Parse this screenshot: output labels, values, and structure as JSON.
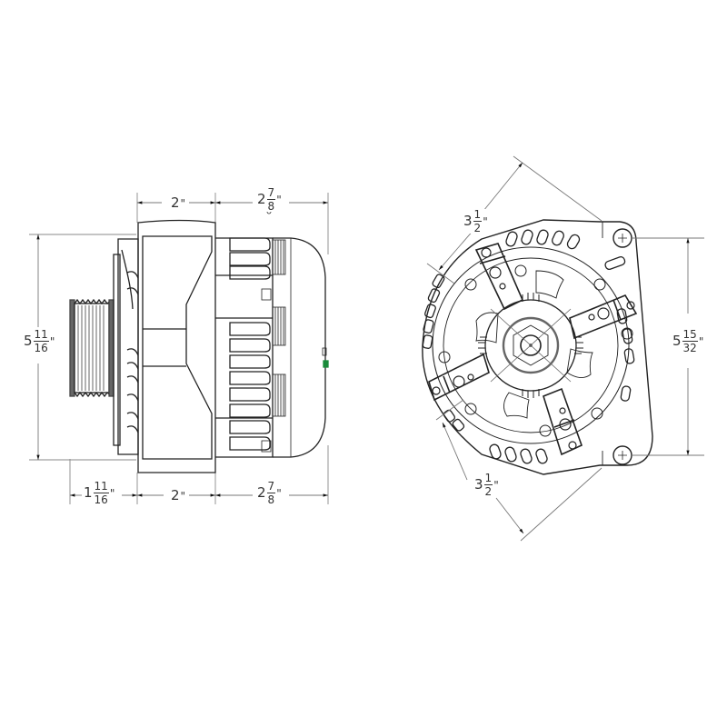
{
  "diagram": {
    "subject": "alternator dimensional drawing",
    "views": [
      "side view",
      "front view"
    ],
    "line_color": "#222222",
    "dim_line_color": "#777777",
    "accent_color": "#1a8a3a"
  },
  "side_view": {
    "top_dims": [
      {
        "whole": "2",
        "num": "",
        "den": "",
        "unit": "\""
      },
      {
        "whole": "2",
        "num": "7",
        "den": "8",
        "unit": "\""
      }
    ],
    "bottom_dims": [
      {
        "whole": "1",
        "num": "11",
        "den": "16",
        "unit": "\""
      },
      {
        "whole": "2",
        "num": "",
        "den": "",
        "unit": "\""
      },
      {
        "whole": "2",
        "num": "7",
        "den": "8",
        "unit": "\""
      }
    ],
    "height_dim": {
      "whole": "5",
      "num": "11",
      "den": "16",
      "unit": "\""
    }
  },
  "front_view": {
    "upper_diag_dim": {
      "whole": "3",
      "num": "1",
      "den": "2",
      "unit": "\""
    },
    "lower_diag_dim": {
      "whole": "3",
      "num": "1",
      "den": "2",
      "unit": "\""
    },
    "height_dim": {
      "whole": "5",
      "num": "15",
      "den": "32",
      "unit": "\""
    }
  }
}
